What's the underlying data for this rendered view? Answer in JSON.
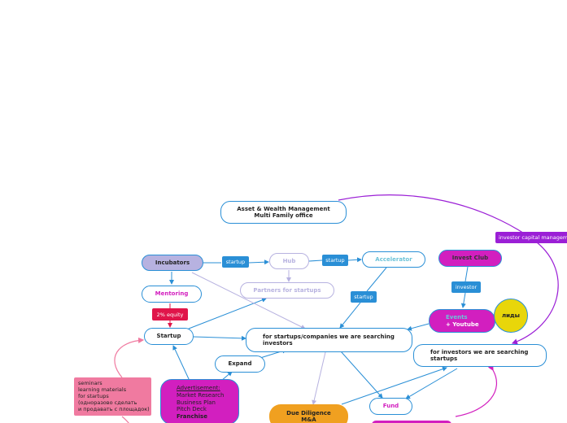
{
  "nodes": {
    "asset": "Asset & Wealth Management\nMulti Family office",
    "incubators": "Incubators",
    "hub": "Hub",
    "accelerator": "Accelerator",
    "partners": "Partners for startups",
    "mentoring": "Mentoring",
    "startup": "Startup",
    "expand": "Expand",
    "search_investors": "for startups/companies we are searching\ninvestors",
    "invest_club": "Invest Club",
    "events_a": "Events",
    "events_b": "+ Youtube",
    "leads": "лиды",
    "search_startups": "for investors we are searching\nstartups",
    "fund": "Fund",
    "due_diligence": "Due Diligence\nM&A",
    "advertisement_title": "Advertisement:",
    "advertisement_lines": [
      "Market Research",
      "Business Plan",
      "Pitch Deck"
    ],
    "advertisement_bold": "Franchise",
    "seminars": "seminars\nlearning materials\nfor startups\n(одноразово сделать\nи продавать с площадок)"
  },
  "tags": {
    "startup_1": "startup",
    "startup_2": "startup",
    "startup_3": "startup",
    "investor": "investor",
    "equity": "2% equity",
    "investor_capital": "investor capital management"
  },
  "colors": {
    "blue": "#2a8fd6",
    "lavender": "#b7b2e0",
    "magenta": "#d21fbf",
    "purple": "#9b1fd6",
    "red": "#e0154a",
    "pink": "#f07aa0",
    "yellow": "#e8d60a",
    "orange": "#f0a020"
  }
}
